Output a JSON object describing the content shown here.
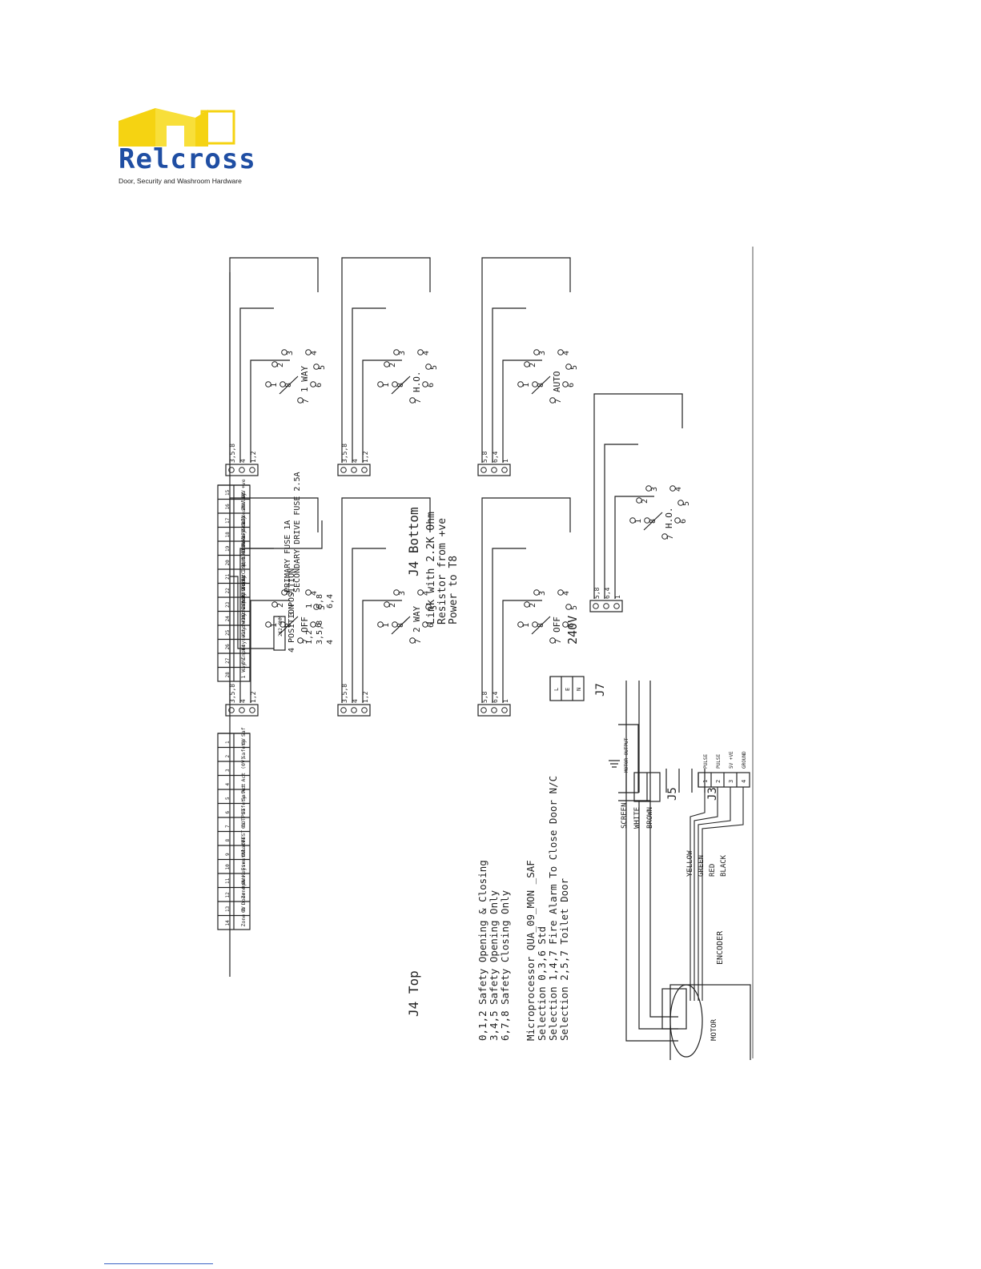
{
  "header": {
    "logo": {
      "name": "Relcross",
      "tagline": "Door, Security and Washroom Hardware",
      "colors": {
        "primary": "#1f4ea3",
        "accent": "#f5d312"
      }
    }
  },
  "diagram": {
    "j4_top": {
      "title": "J4 Top",
      "pins": [
        "1",
        "2",
        "3",
        "4",
        "5",
        "6",
        "7",
        "8",
        "9",
        "10",
        "11",
        "12",
        "13",
        "14"
      ],
      "labels": [
        "0V",
        "Safety Saf",
        "",
        "",
        "Safet Act (0V)",
        "Safety Act",
        "0V",
        "TEST OUTPUT",
        "0V",
        "Fire Alarm",
        "0V",
        "Zone A Keyswitch OFF",
        "0V",
        "Zone B Door Open"
      ]
    },
    "j4_bottom": {
      "title": "J4 Bottom",
      "pins": [
        "15",
        "16",
        "17",
        "18",
        "19",
        "20",
        "21",
        "22",
        "23",
        "24",
        "25",
        "26",
        "27",
        "28"
      ],
      "labels": [
        "0V",
        "24V DC +ve",
        "17V ac",
        "17V ac",
        "Common Strike Relay",
        "N/O Strike Relay",
        "N/C Strike Relay",
        "0V",
        "2 Way Input",
        "Keyswitch 2 Way Input RED",
        "Keyswitch BLUE 0v",
        "Keyswitch HO Input GREEN",
        "0V",
        "1 Way Input"
      ]
    },
    "link_box": "2K2 OHM",
    "link_note": [
      "Link with 2.2K Ohm",
      "Resistor from +ve",
      "Power to T8"
    ],
    "safety_notes": [
      "0,1,2 Safety Opening & Closing",
      "3,4,5 Safety Opening Only",
      "6,7,8 Safety Closing Only"
    ],
    "microprocessor_notes": [
      "Microprocessor QUA_09_MON _SAF",
      "Selection 0,3,6 Std",
      "Selection 1,4,7 Fire Alarm To Close Door N/C",
      "Selection 2,5,7 Toilet Door"
    ],
    "position_table": {
      "header_4": "4 POSITION",
      "header_3": "3 POSITION",
      "col_4": [
        "1,2",
        "3,5,8",
        "4"
      ],
      "col_3": [
        "1",
        "5,8",
        "6,4"
      ]
    },
    "fuse_notes": [
      "PRIMARY FUSE 1A",
      "SECONDARY DRIVE FUSE 2.5A"
    ],
    "switches": [
      {
        "label": "OFF",
        "pins": [
          "3,5,8",
          "4",
          "1,2"
        ]
      },
      {
        "label": "1 WAY",
        "pins": [
          "3,5,8",
          "4",
          "1,2"
        ]
      },
      {
        "label": "2 WAY",
        "pins": [
          "3,5,8",
          "4",
          "1,2"
        ]
      },
      {
        "label": "H.O.",
        "pins": [
          "3,5,8",
          "4",
          "1,2"
        ]
      },
      {
        "label": "OFF",
        "pins": [
          "5,8",
          "6,4",
          "1"
        ]
      },
      {
        "label": "AUTO",
        "pins": [
          "5,8",
          "6,4",
          "1"
        ]
      },
      {
        "label": "H.O.",
        "pins": [
          "5,8",
          "6,4",
          "1"
        ]
      }
    ],
    "switch_contacts": [
      "1",
      "2",
      "3",
      "4",
      "5",
      "6",
      "7",
      "8"
    ],
    "j7": {
      "title": "J7",
      "pins": [
        "L",
        "E",
        "N"
      ],
      "voltage": "240V"
    },
    "j5": {
      "title": "J5",
      "label": "MOTOR OUTPUT"
    },
    "j3": {
      "title": "J3",
      "pins": [
        "1",
        "2",
        "3",
        "4"
      ],
      "labels": [
        "PULSE",
        "PULSE",
        "5V +VE",
        "GROUND"
      ]
    },
    "motor_wires": [
      "SCREEN",
      "WHITE",
      "BROWN"
    ],
    "encoder_wires": [
      "YELLOW",
      "GREEN",
      "RED",
      "BLACK"
    ],
    "motor_label": "MOTOR",
    "encoder_label": "ENCODER"
  }
}
